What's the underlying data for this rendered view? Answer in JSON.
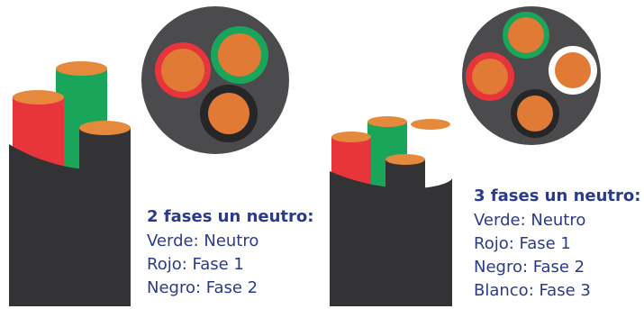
{
  "colors": {
    "cable_body": "#333335",
    "cable_body_dark": "#2a2a2c",
    "section_bg": "#4b4b4d",
    "copper": "#e07a35",
    "copper_end": "#e58a3c",
    "red": "#e8353b",
    "green": "#19a55a",
    "white": "#ffffff",
    "black_ring": "#262628",
    "text": "#2b3a8a"
  },
  "panels": [
    {
      "title": "2 fases un neutro:",
      "lines": [
        "Verde: Neutro",
        "Rojo: Fase 1",
        "Negro: Fase 2"
      ]
    },
    {
      "title": "3 fases un neutro:",
      "lines": [
        "Verde: Neutro",
        "Rojo: Fase 1",
        "Negro: Fase 2",
        "Blanco: Fase 3"
      ]
    }
  ]
}
